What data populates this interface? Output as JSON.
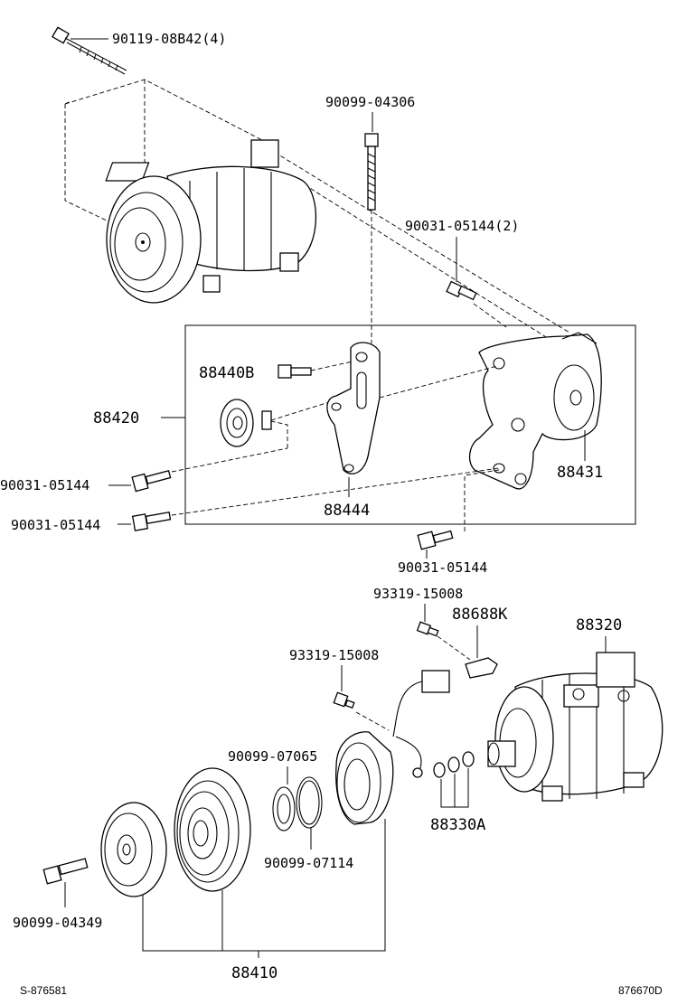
{
  "labels": {
    "bolt_top": "90119-08B42(4)",
    "bolt_vertical": "90099-04306",
    "bolt_2": "90031-05144(2)",
    "idler_pulley": "88440B",
    "bracket_assy": "88420",
    "bolt_left_1": "90031-05144",
    "bolt_left_2": "90031-05144",
    "bracket_plate": "88444",
    "bracket_main": "88431",
    "bolt_bottom": "90031-05144",
    "screw_1": "93319-15008",
    "sensor_part": "88688K",
    "compressor": "88320",
    "screw_2": "93319-15008",
    "snap_ring_1": "90099-07065",
    "snap_ring_2": "90099-07114",
    "shims": "88330A",
    "clutch_bolt": "90099-04349",
    "clutch_assy": "88410"
  },
  "footer": {
    "left_code": "S-876581",
    "right_code": "876670D"
  }
}
